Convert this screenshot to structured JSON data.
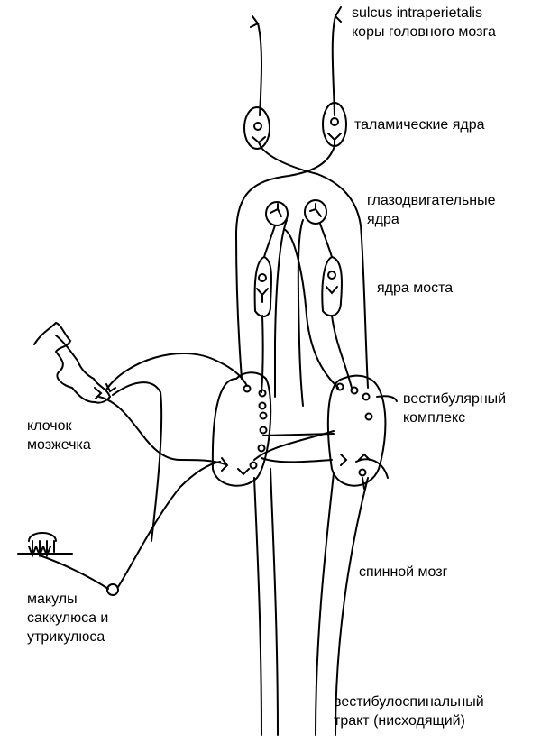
{
  "labels": {
    "cortex": [
      "sulcus intraperietalis",
      "коры головного мозга"
    ],
    "thalamus": [
      "таламические ядра"
    ],
    "oculomotor": [
      "глазодвигательные",
      "ядра"
    ],
    "pons": [
      "ядра моста"
    ],
    "vestibular": [
      "вестибулярный",
      "комплекс"
    ],
    "flocculus": [
      "клочок",
      "мозжечка"
    ],
    "maculae": [
      "макулы",
      "саккулюса и",
      "утрикулюса"
    ],
    "spinal": [
      "спинной мозг"
    ],
    "tract": [
      "вестибулоспинальный",
      "тракт (нисходящий)"
    ]
  },
  "colors": {
    "ink": "#000000",
    "background": "#ffffff"
  }
}
